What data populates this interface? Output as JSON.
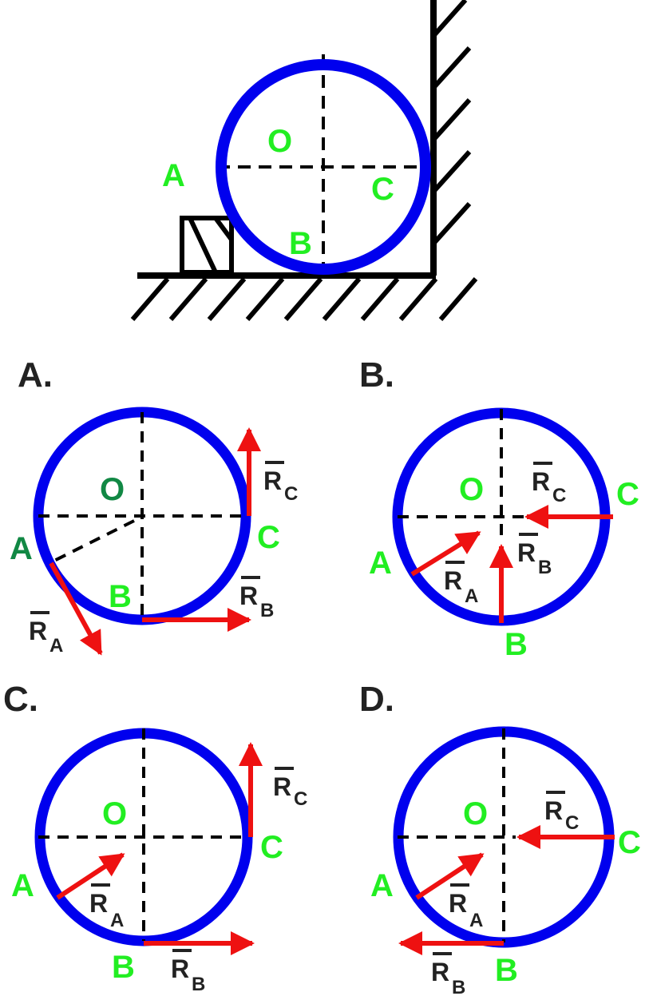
{
  "colors": {
    "circle": "#0000ee",
    "label_green": "#22ee22",
    "label_dark_green": "#118844",
    "arrow": "#ee1111",
    "line": "#000000",
    "text_dark": "#222222"
  },
  "main_figure": {
    "labels": {
      "center": "O",
      "a": "A",
      "b": "B",
      "c": "C"
    }
  },
  "options": [
    {
      "key": "A.",
      "labels": {
        "center": "O",
        "a": "A",
        "b": "B",
        "c": "C"
      },
      "vectors": {
        "ra": "R",
        "ra_sub": "A",
        "rb": "R",
        "rb_sub": "B",
        "rc": "R",
        "rc_sub": "C"
      }
    },
    {
      "key": "B.",
      "labels": {
        "center": "O",
        "a": "A",
        "b": "B",
        "c": "C"
      },
      "vectors": {
        "ra": "R",
        "ra_sub": "A",
        "rb": "R",
        "rb_sub": "B",
        "rc": "R",
        "rc_sub": "C"
      }
    },
    {
      "key": "C.",
      "labels": {
        "center": "O",
        "a": "A",
        "b": "B",
        "c": "C"
      },
      "vectors": {
        "ra": "R",
        "ra_sub": "A",
        "rb": "R",
        "rb_sub": "B",
        "rc": "R",
        "rc_sub": "C"
      }
    },
    {
      "key": "D.",
      "labels": {
        "center": "O",
        "a": "A",
        "b": "B",
        "c": "C"
      },
      "vectors": {
        "ra": "R",
        "ra_sub": "A",
        "rb": "R",
        "rb_sub": "B",
        "rc": "R",
        "rc_sub": "C"
      }
    }
  ]
}
